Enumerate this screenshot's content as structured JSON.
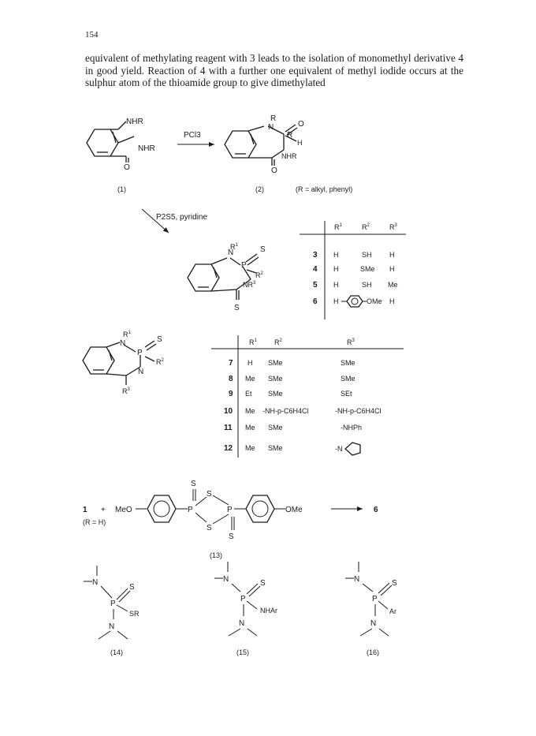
{
  "page_number": "154",
  "body_text": "equivalent of methylating reagent with 3 leads to the isolation of monomethyl derivative 4 in good yield. Reaction of 4 with a further one equivalent of methyl iodide occurs at the sulphur atom of the thioamide group to give dimethylated",
  "scheme1": {
    "reagent": "PCl3",
    "compound1_label": "(1)",
    "compound2_label": "(2)",
    "r_note": "(R = alkyl, phenyl)",
    "step2_reagent": "P2S5, pyridine",
    "atoms": {
      "nhr": "NHR",
      "o": "O",
      "r": "R",
      "n": "N",
      "h": "H"
    }
  },
  "table1": {
    "headers": [
      "",
      "R1",
      "R2",
      "R3"
    ],
    "rows": [
      [
        "3",
        "H",
        "SH",
        "H"
      ],
      [
        "4",
        "H",
        "SMe",
        "H"
      ],
      [
        "5",
        "H",
        "SH",
        "Me"
      ],
      [
        "6",
        "H",
        "-C6H4-OMe",
        "H"
      ]
    ]
  },
  "table2": {
    "headers": [
      "",
      "R1",
      "R2",
      "R3"
    ],
    "rows": [
      [
        "7",
        "H",
        "SMe",
        "SMe"
      ],
      [
        "8",
        "Me",
        "SMe",
        "SMe"
      ],
      [
        "9",
        "Et",
        "SMe",
        "SEt"
      ],
      [
        "10",
        "Me",
        "-NH-p-C6H4Cl",
        "-NH-p-C6H4Cl"
      ],
      [
        "11",
        "Me",
        "SMe",
        "-NHPh"
      ],
      [
        "12",
        "Me",
        "SMe",
        "-N(pyrrolidine)"
      ]
    ]
  },
  "scheme2": {
    "reactant": "1",
    "plus": "+",
    "meo": "MeO",
    "ome": "OMe",
    "product": "6",
    "condition": "(R = H)",
    "label": "(13)"
  },
  "structures": [
    {
      "label": "(14)",
      "substituent": "SR"
    },
    {
      "label": "(15)",
      "substituent": "NHAr"
    },
    {
      "label": "(16)",
      "substituent": "Ar"
    }
  ]
}
